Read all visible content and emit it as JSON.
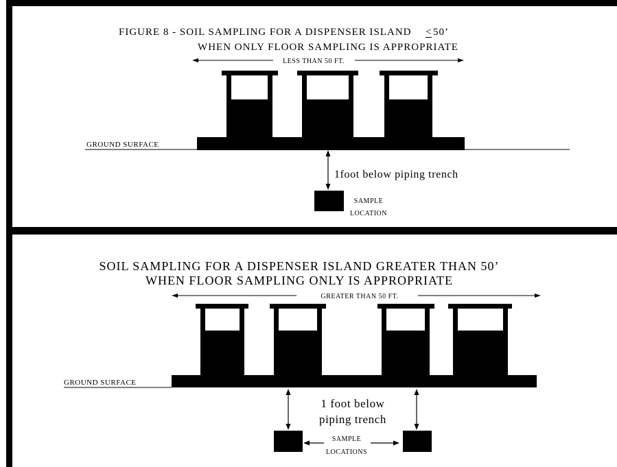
{
  "panel1": {
    "title_line1": "FIGURE 8 -  SOIL SAMPLING FOR A DISPENSER ISLAND",
    "title_le": "<",
    "title_le_value": " 50’",
    "title_line2": "WHEN ONLY FLOOR SAMPLING IS APPROPRIATE",
    "width_label": "LESS THAN 50 FT.",
    "ground_label": "GROUND SURFACE",
    "depth_note": "1foot below piping trench",
    "sample_label_line1": "SAMPLE",
    "sample_label_line2": "LOCATION"
  },
  "panel2": {
    "title_line1": "SOIL SAMPLING FOR A DISPENSER ISLAND GREATER THAN 50’",
    "title_line2": "WHEN FLOOR SAMPLING ONLY IS APPROPRIATE",
    "width_label": "GREATER THAN 50 FT.",
    "ground_label": "GROUND SURFACE",
    "depth_note_line1": "1 foot below",
    "depth_note_line2": "piping trench",
    "sample_label_line1": "SAMPLE",
    "sample_label_line2": "LOCATIONS"
  },
  "colors": {
    "ink": "#000000",
    "paper": "#ffffff"
  }
}
